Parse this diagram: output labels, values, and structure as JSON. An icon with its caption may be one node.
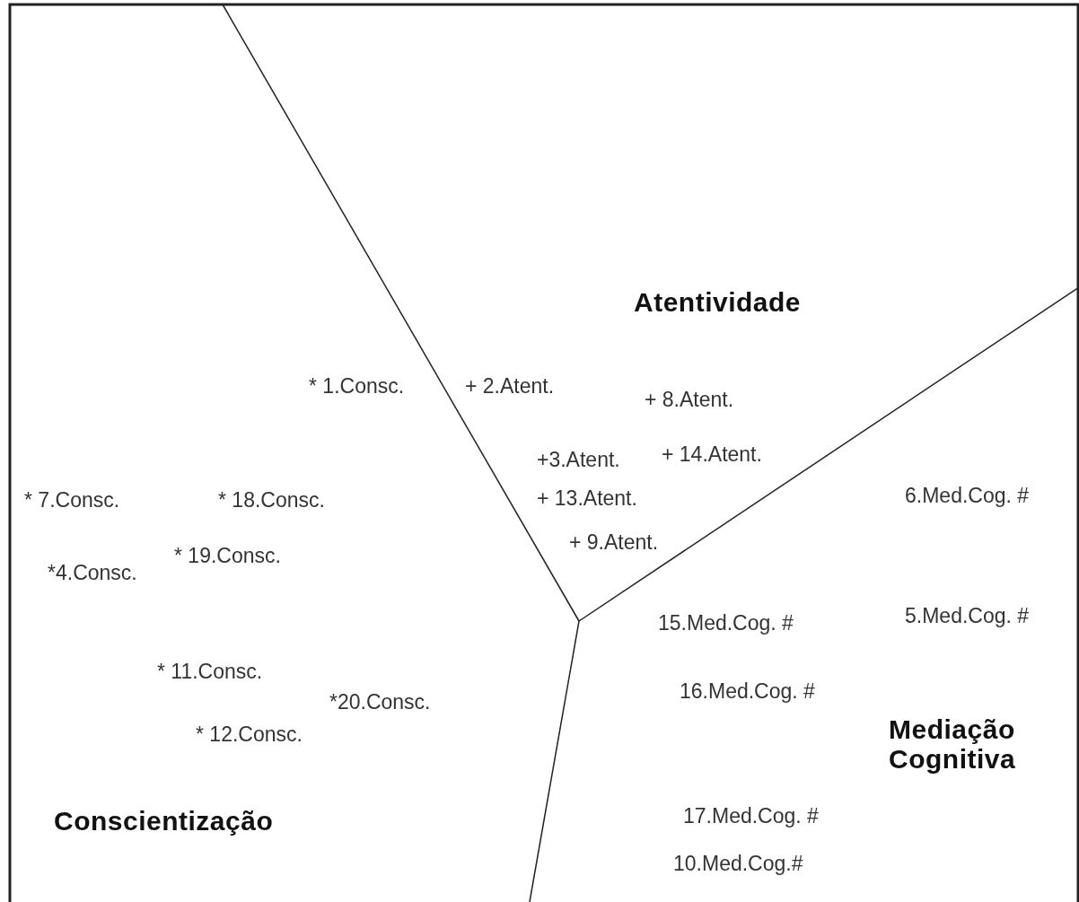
{
  "diagram": {
    "labels": [
      "Atentividade",
      "* 1.Consc.",
      "+ 2.Atent.",
      "+ 8.Atent.",
      "+3.Atent.",
      "+ 14.Atent.",
      "* 7.Consc.",
      "* 18.Consc.",
      "+ 13.Atent.",
      "6.Med.Cog. #",
      "* 19.Consc.",
      "+ 9.Atent.",
      "*4.Consc.",
      "15.Med.Cog. #",
      "5.Med.Cog. #",
      "* 11.Consc.",
      "16.Med.Cog. #",
      "*20.Consc.",
      "* 12.Consc.",
      "Mediação Cognitiva",
      "Conscientização",
      "17.Med.Cog. #",
      "10.Med.Cog.#"
    ]
  }
}
